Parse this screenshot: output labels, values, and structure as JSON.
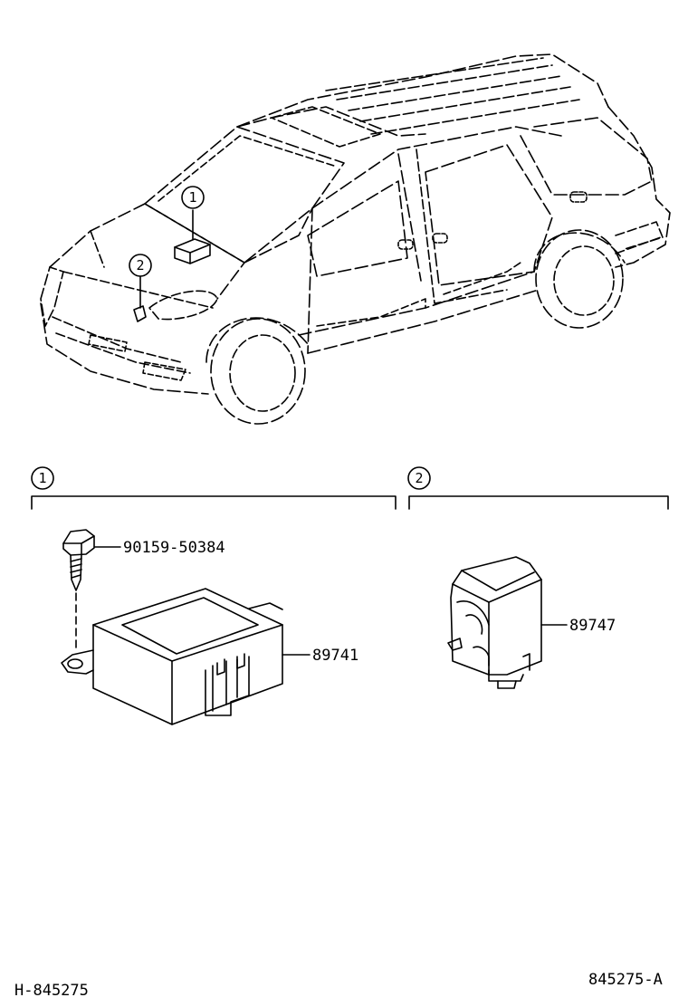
{
  "callouts": {
    "c1": "1",
    "c2": "2"
  },
  "sections": [
    {
      "marker": "1",
      "parts": [
        "90159-50384",
        "89741"
      ]
    },
    {
      "marker": "2",
      "parts": [
        "89747"
      ]
    }
  ],
  "footer": {
    "left_code": "H-845275",
    "right_code": "845275-A"
  }
}
